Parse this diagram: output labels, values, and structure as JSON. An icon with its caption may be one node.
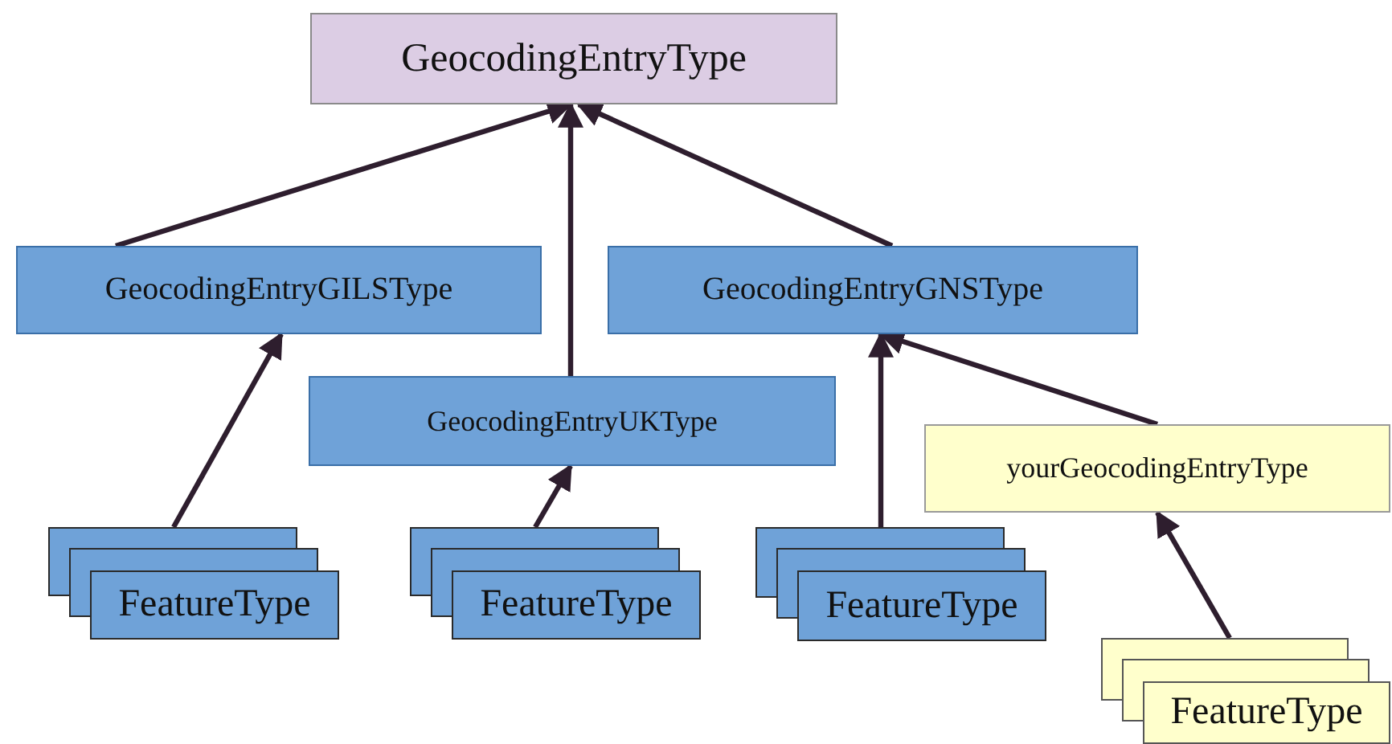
{
  "diagram": {
    "nodes": [
      {
        "text": [
          "GeocodingEntryType"
        ]
      },
      {
        "text": [
          "GeocodingEntryGILSType"
        ]
      },
      {
        "text": [
          "GeocodingEntryUKType"
        ]
      },
      {
        "text": [
          "GeocodingEntryGNSType"
        ]
      },
      {
        "text": [
          "yourGeocodingEntryType"
        ]
      },
      {
        "text": [
          "FeatureType"
        ]
      },
      {
        "text": [
          "FeatureType"
        ]
      },
      {
        "text": [
          "FeatureType"
        ]
      },
      {
        "text": [
          "FeatureType"
        ]
      }
    ],
    "edges": [
      {
        "from": 1,
        "to": 0,
        "arrow": "to"
      },
      {
        "from": 2,
        "to": 0,
        "arrow": "to"
      },
      {
        "from": 3,
        "to": 0,
        "arrow": "to"
      },
      {
        "from": 5,
        "to": 1,
        "arrow": "to"
      },
      {
        "from": 6,
        "to": 2,
        "arrow": "to"
      },
      {
        "from": 7,
        "to": 3,
        "arrow": "to"
      },
      {
        "from": 4,
        "to": 3,
        "arrow": "to"
      },
      {
        "from": 8,
        "to": 4,
        "arrow": "to"
      }
    ]
  }
}
